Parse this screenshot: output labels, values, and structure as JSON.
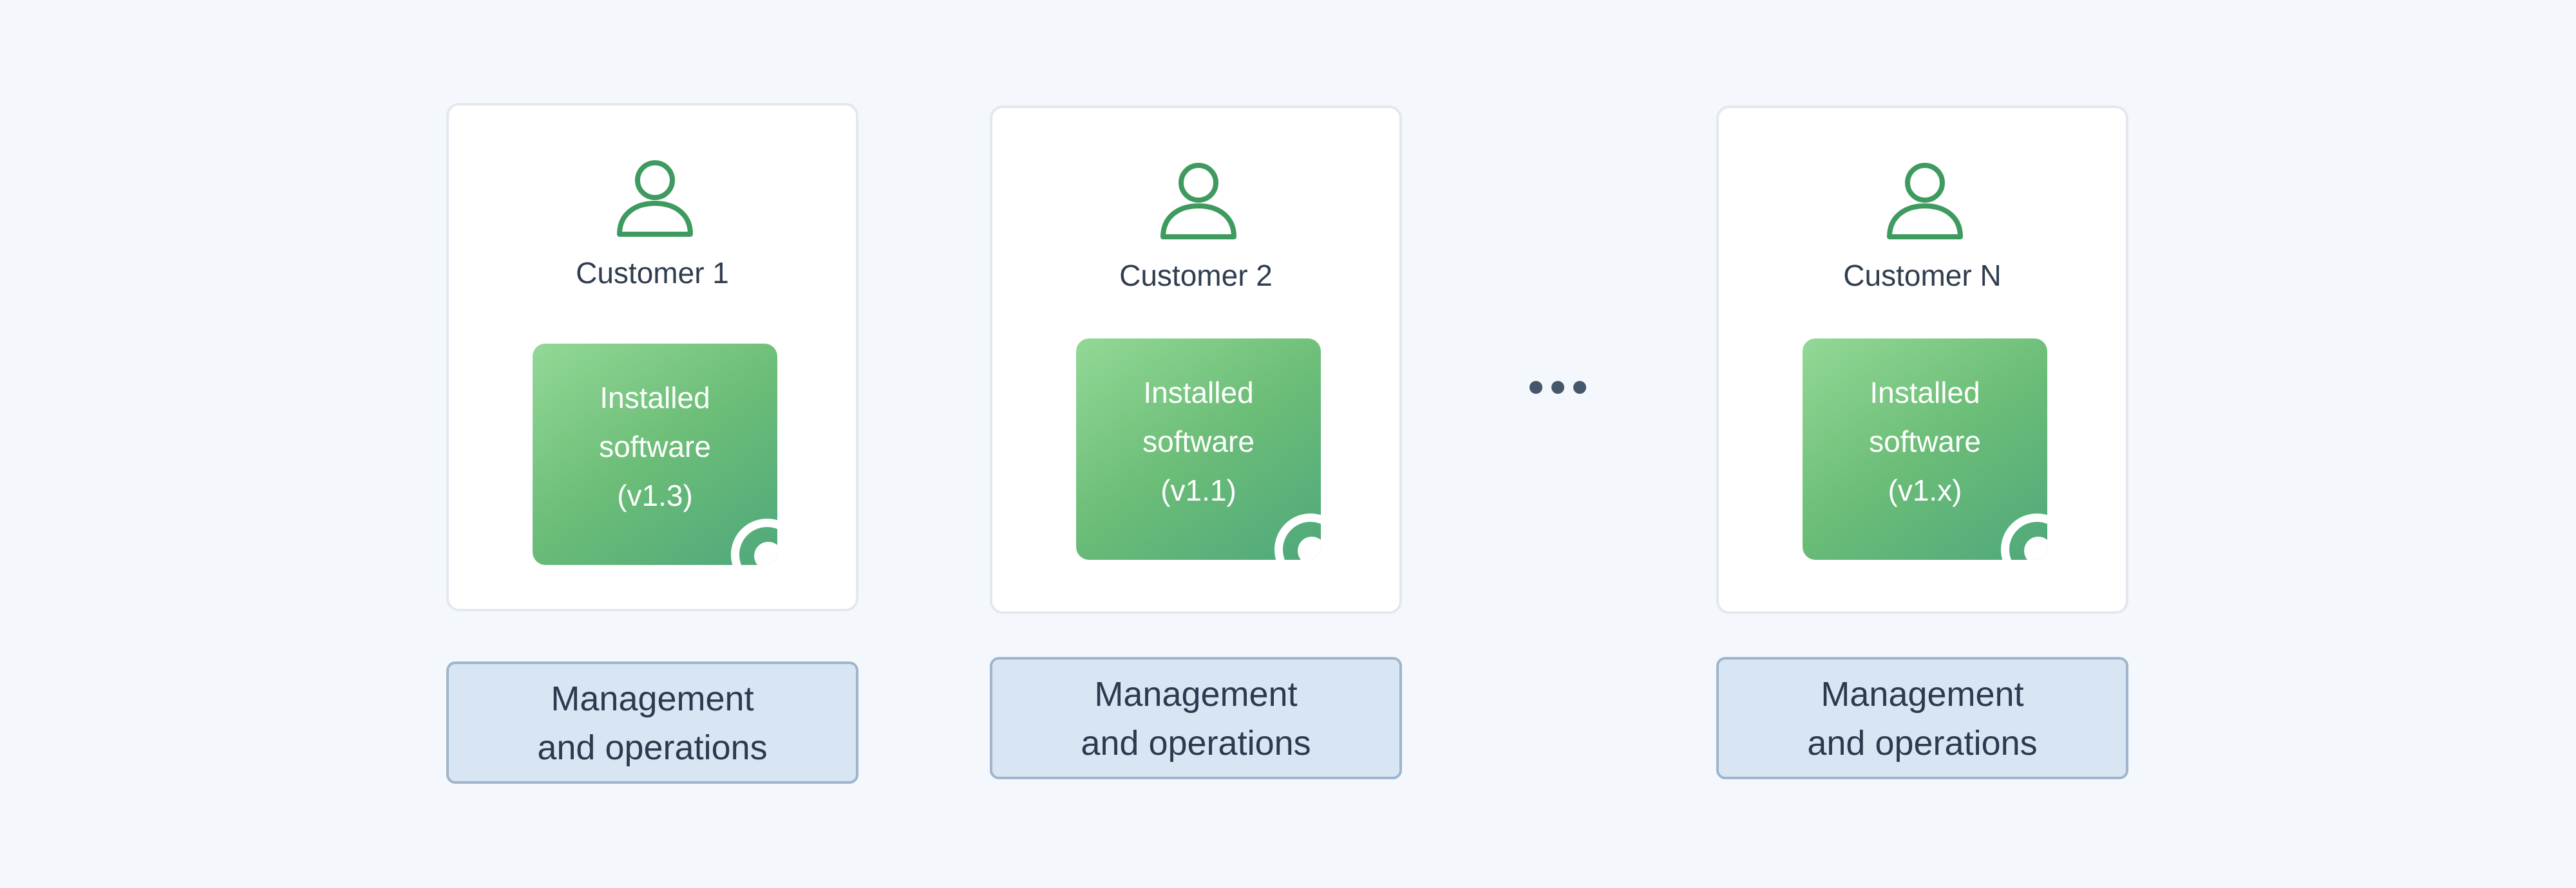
{
  "customers": [
    {
      "name": "Customer 1",
      "software": {
        "line1": "Installed",
        "line2": "software",
        "version": "(v1.3)"
      },
      "management": {
        "line1": "Management",
        "line2": "and operations"
      }
    },
    {
      "name": "Customer 2",
      "software": {
        "line1": "Installed",
        "line2": "software",
        "version": "(v1.1)"
      },
      "management": {
        "line1": "Management",
        "line2": "and operations"
      }
    },
    {
      "name": "Customer N",
      "software": {
        "line1": "Installed",
        "line2": "software",
        "version": "(v1.x)"
      },
      "management": {
        "line1": "Management",
        "line2": "and operations"
      }
    }
  ],
  "colors": {
    "background": "#f4f7fb",
    "icon_green": "#3f9a5f",
    "software_gradient_start": "#93d896",
    "software_gradient_end": "#4fa87c",
    "management_fill": "#d8e6f4",
    "management_border": "#9fb5cc",
    "ellipsis": "#46566b"
  },
  "icons": {
    "customer": "user-icon",
    "software_corner": "ring-badge-icon",
    "separator": "ellipsis-icon"
  }
}
